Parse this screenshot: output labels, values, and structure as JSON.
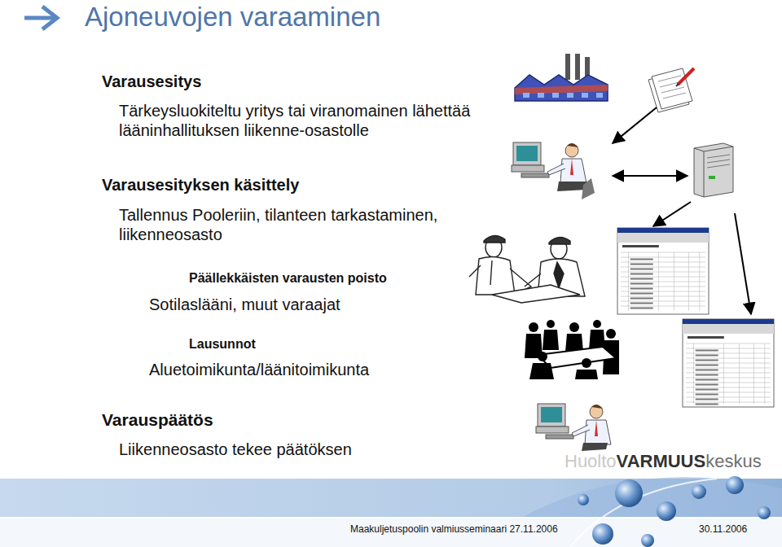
{
  "diagram": {
    "title": "Ajoneuvojen varaaminen",
    "labels": [
      "Varausesitys",
      "Tärkeysluokiteltu yritys tai viranomainen lähettää lääninhallituksen liikenne-osastolle",
      "Varausesityksen käsittely",
      "Tallennus Pooleriin, tilanteen tarkastaminen, liikenneosasto",
      "Päällekkäisten varausten poisto",
      "Sotilaslääni, muut varaajat",
      "Lausunnot",
      "Aluetoimikunta/läänitoimikunta",
      "Varauspäätös",
      "Liikenneosasto tekee päätöksen",
      "Huolto",
      "VARMUUS",
      "keskus",
      "Maakuljetuspoolin valmiusseminaari 27.11.2006",
      "30.11.2006"
    ]
  }
}
